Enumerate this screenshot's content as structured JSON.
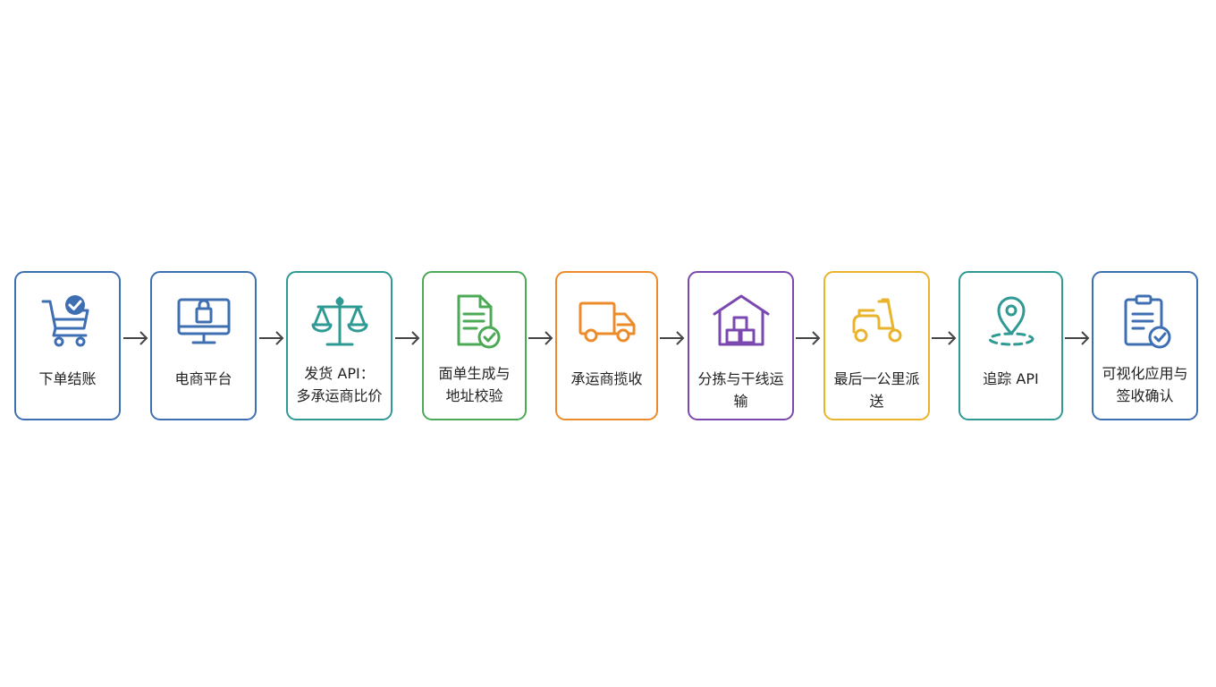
{
  "steps": [
    {
      "name": "checkout",
      "color": "#3f6fb3",
      "lines": [
        "下单结账"
      ]
    },
    {
      "name": "ecommerce-platform",
      "color": "#3f6fb3",
      "lines": [
        "电商平台"
      ]
    },
    {
      "name": "shipping-api",
      "color": "#2f9a93",
      "lines": [
        "发货 API：",
        "多承运商比价"
      ]
    },
    {
      "name": "label-generation",
      "color": "#4caa57",
      "lines": [
        "面单生成与",
        "地址校验"
      ]
    },
    {
      "name": "carrier-pickup",
      "color": "#ec8b2a",
      "lines": [
        "承运商揽收"
      ]
    },
    {
      "name": "sorting-transport",
      "color": "#7a48b0",
      "lines": [
        "分拣与干线运输"
      ]
    },
    {
      "name": "last-mile",
      "color": "#e9b42c",
      "lines": [
        "最后一公里派送"
      ]
    },
    {
      "name": "tracking-api",
      "color": "#2f9a93",
      "lines": [
        "追踪 API"
      ]
    },
    {
      "name": "visualization",
      "color": "#3f6fb3",
      "lines": [
        "可视化应用与",
        "签收确认"
      ]
    }
  ]
}
